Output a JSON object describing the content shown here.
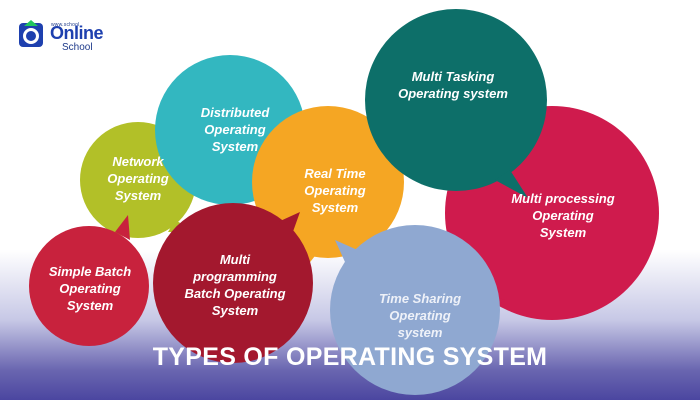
{
  "brand": {
    "tagline": "www.school",
    "name": "Online",
    "sub": "School",
    "colors": {
      "primary": "#1e40af",
      "accent": "#22c55e"
    }
  },
  "title": "TYPES OF OPERATING SYSTEM",
  "bubbles": [
    {
      "id": "multi-tasking",
      "text": "Multi Tasking\nOperating system",
      "color": "#0d6f69"
    },
    {
      "id": "distributed",
      "text": "Distributed\nOperating\nSystem",
      "color": "#33b7c0"
    },
    {
      "id": "network",
      "text": "Network\nOperating\nSystem",
      "color": "#b2c028"
    },
    {
      "id": "real-time",
      "text": "Real Time\nOperating\nSystem",
      "color": "#f5a623"
    },
    {
      "id": "multi-processing",
      "text": "Multi processing\nOperating\nSystem",
      "color": "#cf1b4d"
    },
    {
      "id": "simple-batch",
      "text": "Simple Batch\nOperating\nSystem",
      "color": "#c8223d"
    },
    {
      "id": "multi-programming",
      "text": "Multi\nprogramming\nBatch Operating\nSystem",
      "color": "#a3182e"
    },
    {
      "id": "time-sharing",
      "text": "Time Sharing\nOperating\nsystem",
      "color": "#8fa8d1"
    }
  ]
}
